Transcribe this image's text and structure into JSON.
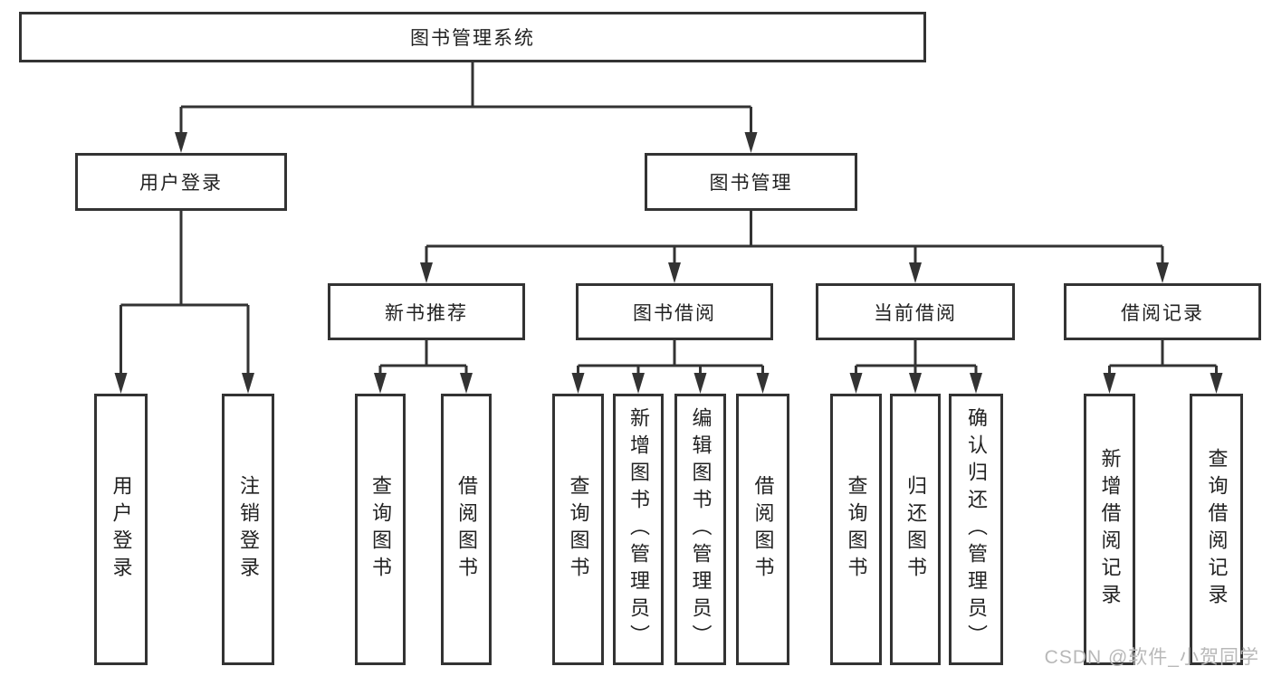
{
  "diagram": {
    "root": {
      "label": "图书管理系统"
    },
    "level2": [
      {
        "label": "用户登录",
        "children": [
          {
            "label": "用户登录"
          },
          {
            "label": "注销登录"
          }
        ]
      },
      {
        "label": "图书管理",
        "children": [
          {
            "label": "新书推荐",
            "children": [
              {
                "label": "查询图书"
              },
              {
                "label": "借阅图书"
              }
            ]
          },
          {
            "label": "图书借阅",
            "children": [
              {
                "label": "查询图书"
              },
              {
                "label": "新增图书（管理员）"
              },
              {
                "label": "编辑图书（管理员）"
              },
              {
                "label": "借阅图书"
              }
            ]
          },
          {
            "label": "当前借阅",
            "children": [
              {
                "label": "查询图书"
              },
              {
                "label": "归还图书"
              },
              {
                "label": "确认归还（管理员）"
              }
            ]
          },
          {
            "label": "借阅记录",
            "children": [
              {
                "label": "新增借阅记录"
              },
              {
                "label": "查询借阅记录"
              }
            ]
          }
        ]
      }
    ]
  },
  "watermark": {
    "text": "CSDN @软件_小贺同学"
  },
  "colors": {
    "line": "#333333",
    "text": "#222222",
    "background": "#ffffff",
    "watermark": "#b8b8b8"
  }
}
